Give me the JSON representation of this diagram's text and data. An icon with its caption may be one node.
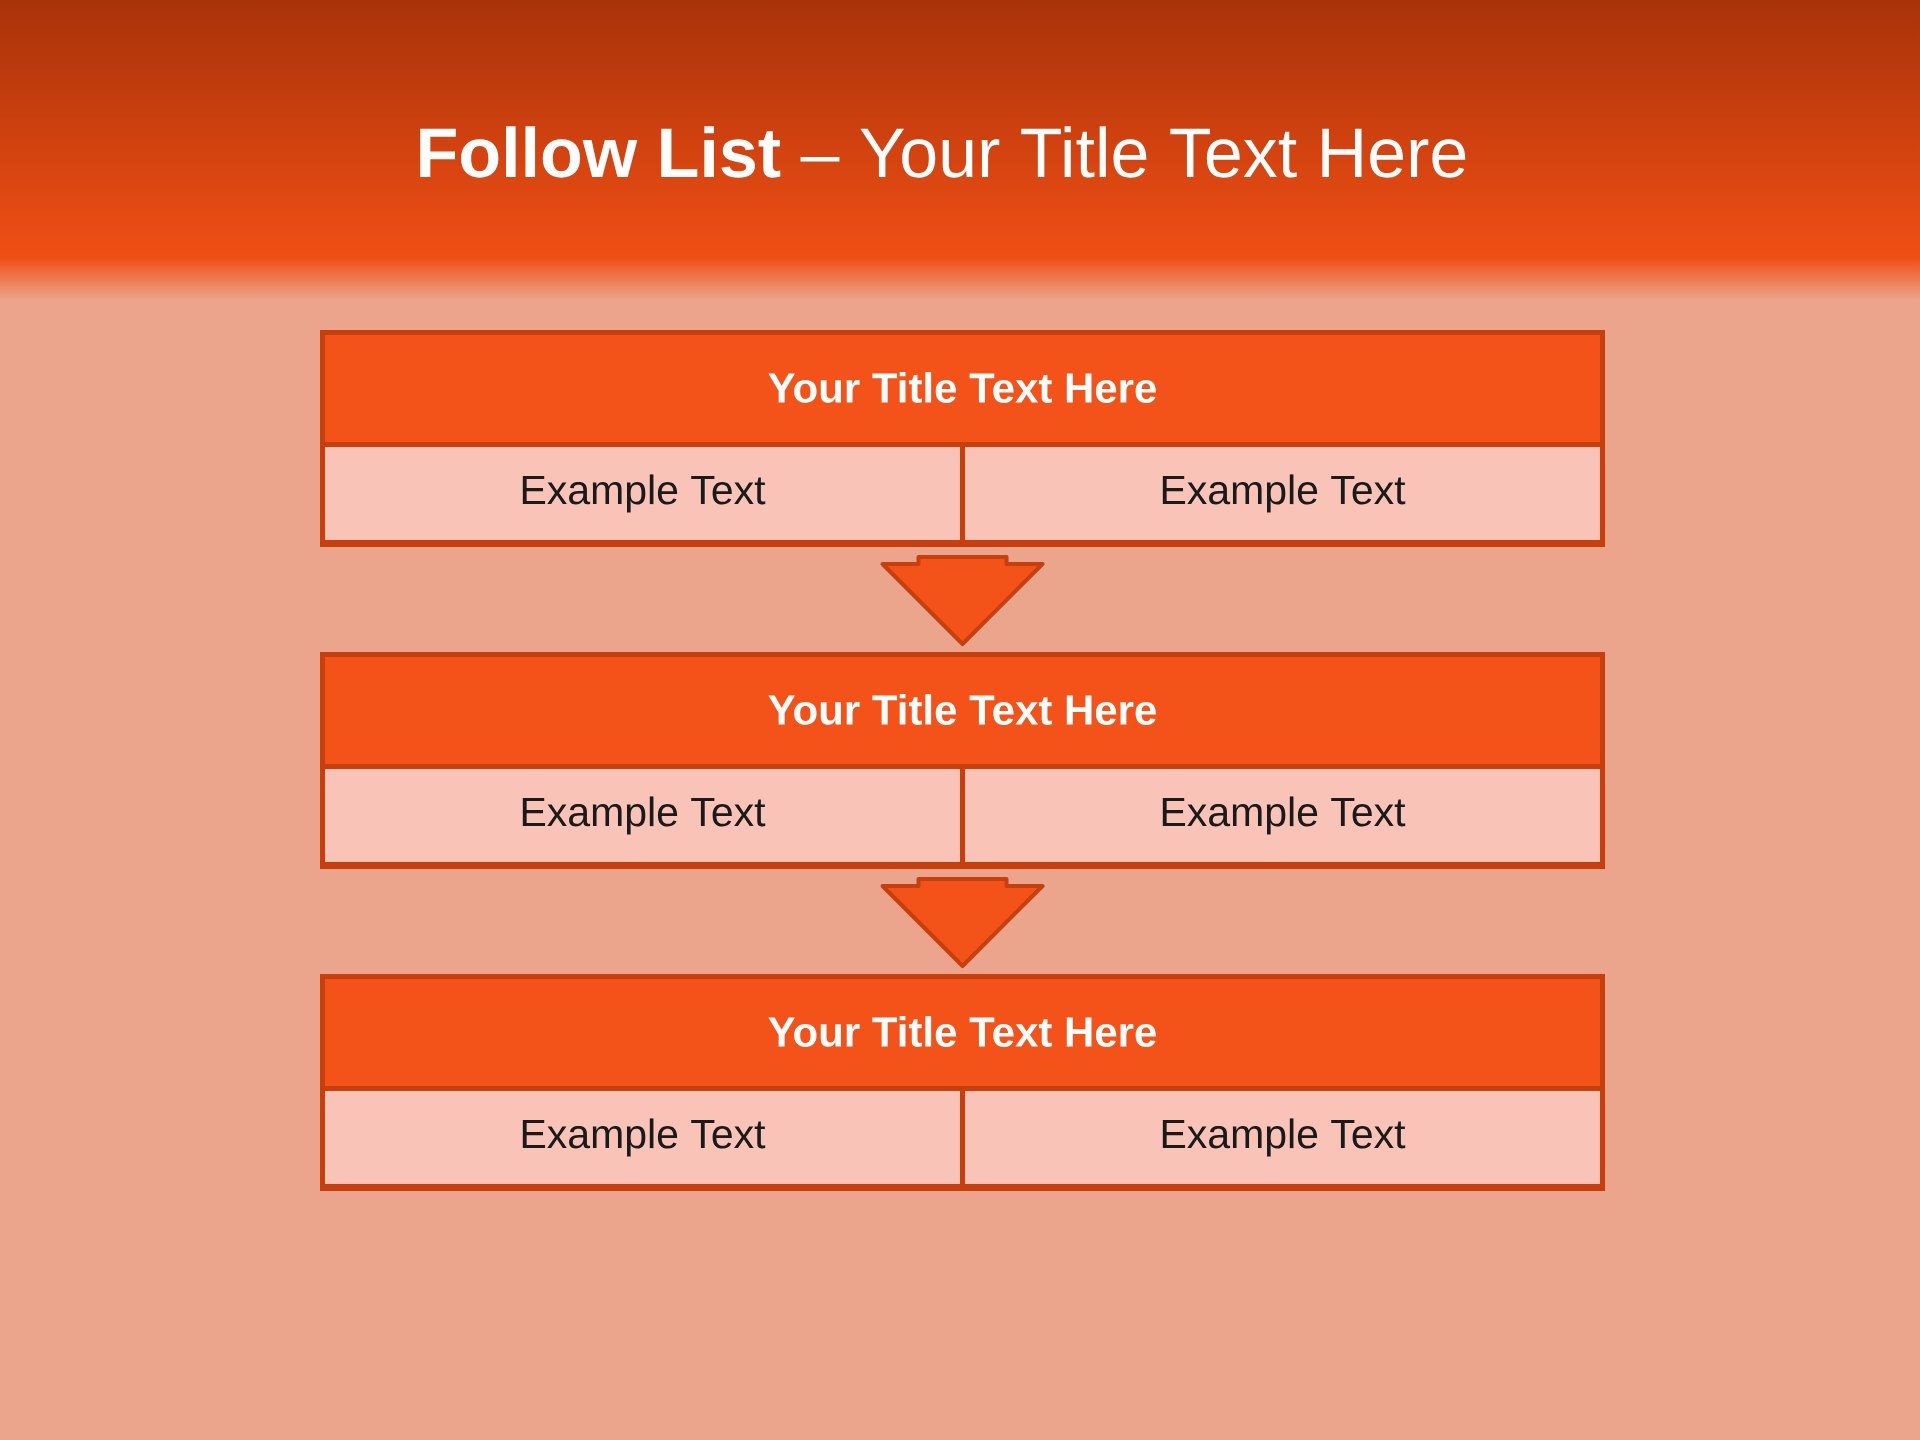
{
  "diagram": {
    "title": "**Follow List** – Your Title Text Here",
    "nodes": [
      {
        "text": [
          "Your Title Text Here"
        ]
      },
      {
        "text": [
          "Example Text"
        ],
        "in": 0
      },
      {
        "text": [
          "Example Text"
        ],
        "in": 0
      },
      {
        "text": [
          "Your Title Text Here"
        ]
      },
      {
        "text": [
          "Example Text"
        ],
        "in": 3
      },
      {
        "text": [
          "Example Text"
        ],
        "in": 3
      },
      {
        "text": [
          "Your Title Text Here"
        ]
      },
      {
        "text": [
          "Example Text"
        ],
        "in": 6
      },
      {
        "text": [
          "Example Text"
        ],
        "in": 6
      }
    ],
    "edges": [
      {
        "from": 0,
        "to": 3,
        "arrow": "to"
      },
      {
        "from": 3,
        "to": 6,
        "arrow": "to"
      }
    ]
  }
}
